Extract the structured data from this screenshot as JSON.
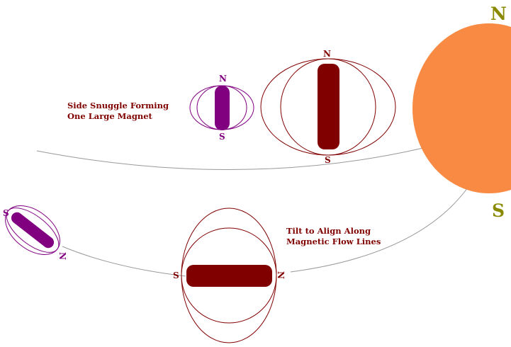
{
  "colors": {
    "sun": "#f88a44",
    "big_magnet": "#800000",
    "small_magnet": "#800080",
    "field_line_big": "#800000",
    "field_line_small": "#800080",
    "orbit_line": "#999999",
    "sun_pole_label": "#8a8a00",
    "caption": "#800000"
  },
  "captions": {
    "side_snuggle": [
      "Side Snuggle Forming",
      "One Large Magnet"
    ],
    "tilt_align": [
      "Tilt to Align Along",
      "Magnetic Flow Lines"
    ]
  },
  "sun": {
    "north_label": "N",
    "south_label": "S"
  },
  "magnets": {
    "top_small": {
      "north": "N",
      "south": "S"
    },
    "top_big": {
      "north": "N",
      "south": "S"
    },
    "tilted_small": {
      "north": "N",
      "south": "S"
    },
    "bottom_horizontal": {
      "north": "N",
      "south": "S"
    }
  }
}
